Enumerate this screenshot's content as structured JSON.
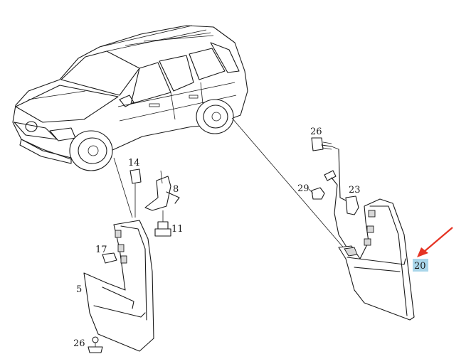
{
  "callouts": {
    "c26_top": "26",
    "c23": "23",
    "c29": "29",
    "c20": "20",
    "c14": "14",
    "c8": "8",
    "c11": "11",
    "c17": "17",
    "c5": "5",
    "c26_bottom": "26"
  },
  "highlight": {
    "part": "20",
    "color": "#a9d6ea",
    "arrow_color": "#e53323"
  }
}
